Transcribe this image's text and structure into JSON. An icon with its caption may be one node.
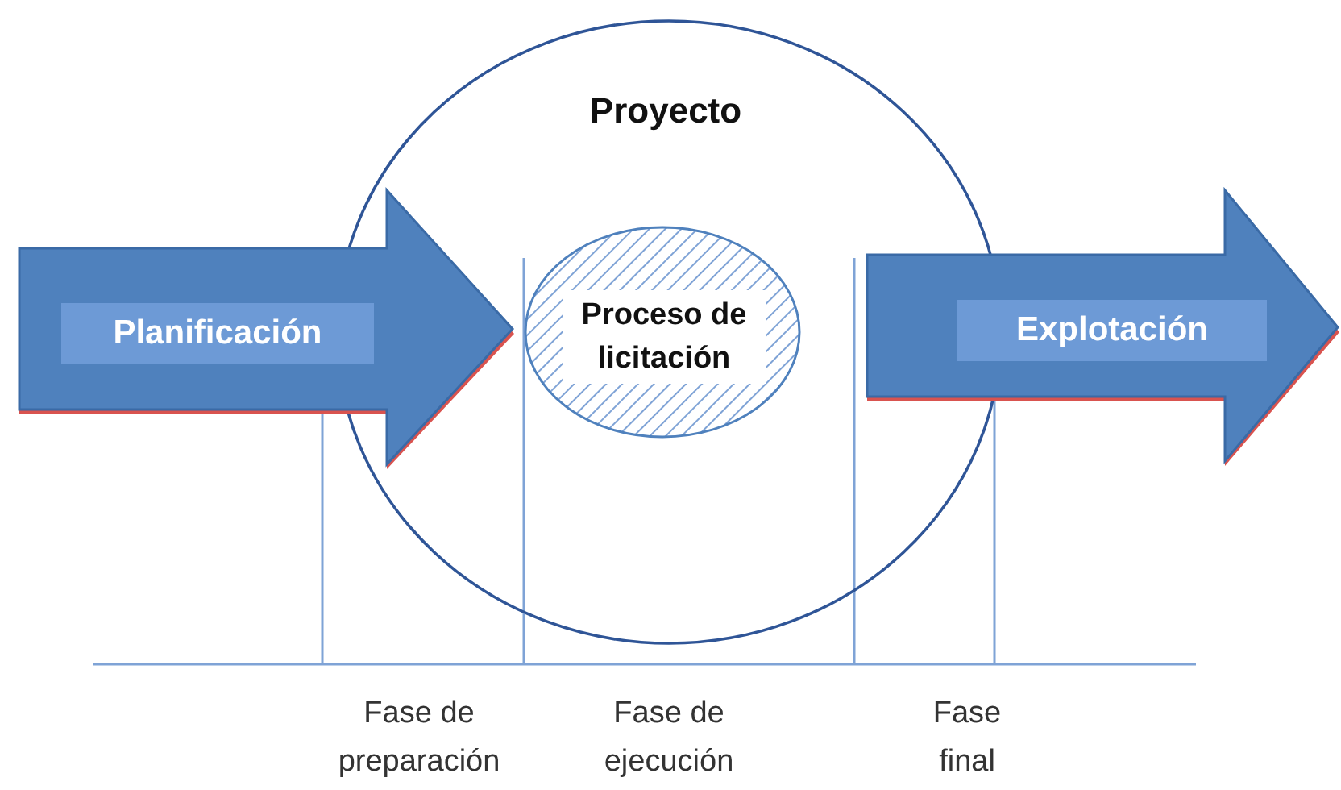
{
  "diagram": {
    "nodes": [
      {
        "text": [
          "Planificación"
        ]
      },
      {
        "text": [
          "Proyecto"
        ]
      },
      {
        "text": [
          "Proceso de licitación"
        ],
        "in": 1
      },
      {
        "text": [
          "Explotación"
        ]
      }
    ],
    "labels": [
      "Fase de preparación",
      "Fase de ejecución",
      "Fase final"
    ]
  }
}
